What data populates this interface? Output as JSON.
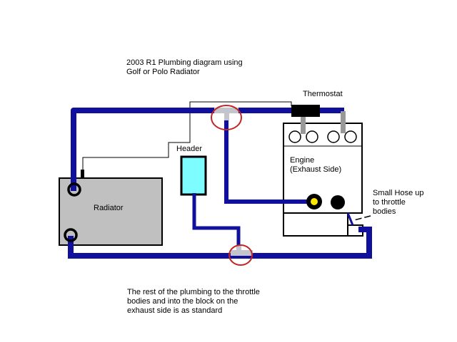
{
  "diagram": {
    "title": "2003 R1 Plumbing diagram using\nGolf or Polo Radiator",
    "components": {
      "thermostat_label": "Thermostat",
      "header_label": "Header",
      "radiator_label": "Radiator",
      "engine_label": "Engine\n(Exhaust Side)"
    },
    "annotations": {
      "small_hose_note": "Small Hose up\nto throttle\nbodies",
      "standard_plumbing_note": "The rest of the plumbing to the throttle\nbodies and into the block on the\nexhaust side is as standard"
    }
  },
  "colors": {
    "background": "#ffffff",
    "hose_blue": "#10109c",
    "header_cyan": "#7dfdff",
    "radiator_gray": "#c0c0c0",
    "pipe_gray": "#999999",
    "tee_gray": "#c4c4cc",
    "highlight_red": "#c12525",
    "port_yellow": "#ffe800",
    "thermostat_black": "#000000"
  }
}
